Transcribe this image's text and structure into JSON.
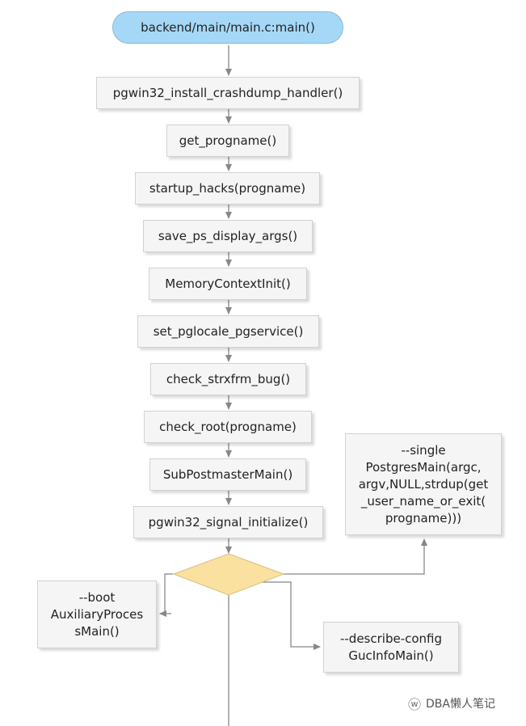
{
  "start": {
    "label": "backend/main/main.c:main()"
  },
  "steps": [
    "pgwin32_install_crashdump_handler()",
    "get_progname()",
    "startup_hacks(progname)",
    "save_ps_display_args()",
    "MemoryContextInit()",
    "set_pglocale_pgservice()",
    "check_strxfrm_bug()",
    "check_root(progname)",
    "SubPostmasterMain()",
    "pgwin32_signal_initialize()"
  ],
  "branches": {
    "single": [
      "--single",
      "PostgresMain(argc,",
      "argv,NULL,strdup(get",
      "_user_name_or_exit(",
      "progname)))"
    ],
    "boot": [
      "--boot",
      "AuxiliaryProces",
      "sMain()"
    ],
    "describe_config": [
      "--describe-config",
      "GucInfoMain()"
    ]
  },
  "colors": {
    "start_fill": "#a5d8f6",
    "decision_fill": "#fbe1a0",
    "box_fill": "#f5f5f5",
    "arrow": "#888888"
  },
  "watermark": {
    "icon": "wechat-icon",
    "text": "DBA懒人笔记"
  }
}
